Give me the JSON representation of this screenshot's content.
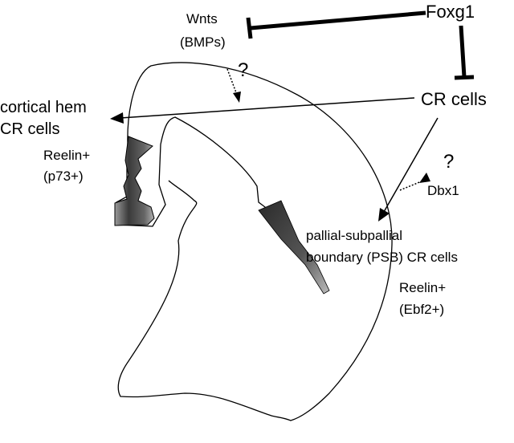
{
  "labels": {
    "foxg1": "Foxg1",
    "cr_cells": "CR cells",
    "wnts": "Wnts",
    "bmps": "(BMPs)",
    "question_wnts": "?",
    "question_dbx1": "?",
    "dbx1": "Dbx1",
    "hem_line1": "cortical hem",
    "hem_line2": "CR cells",
    "reelin_hem": "Reelin+",
    "p73": "(p73+)",
    "psb_line1": "pallial-subpallial",
    "psb_line2": "boundary (PSB) CR cells",
    "reelin_psb": "Reelin+",
    "ebf2": "(Ebf2+)"
  }
}
